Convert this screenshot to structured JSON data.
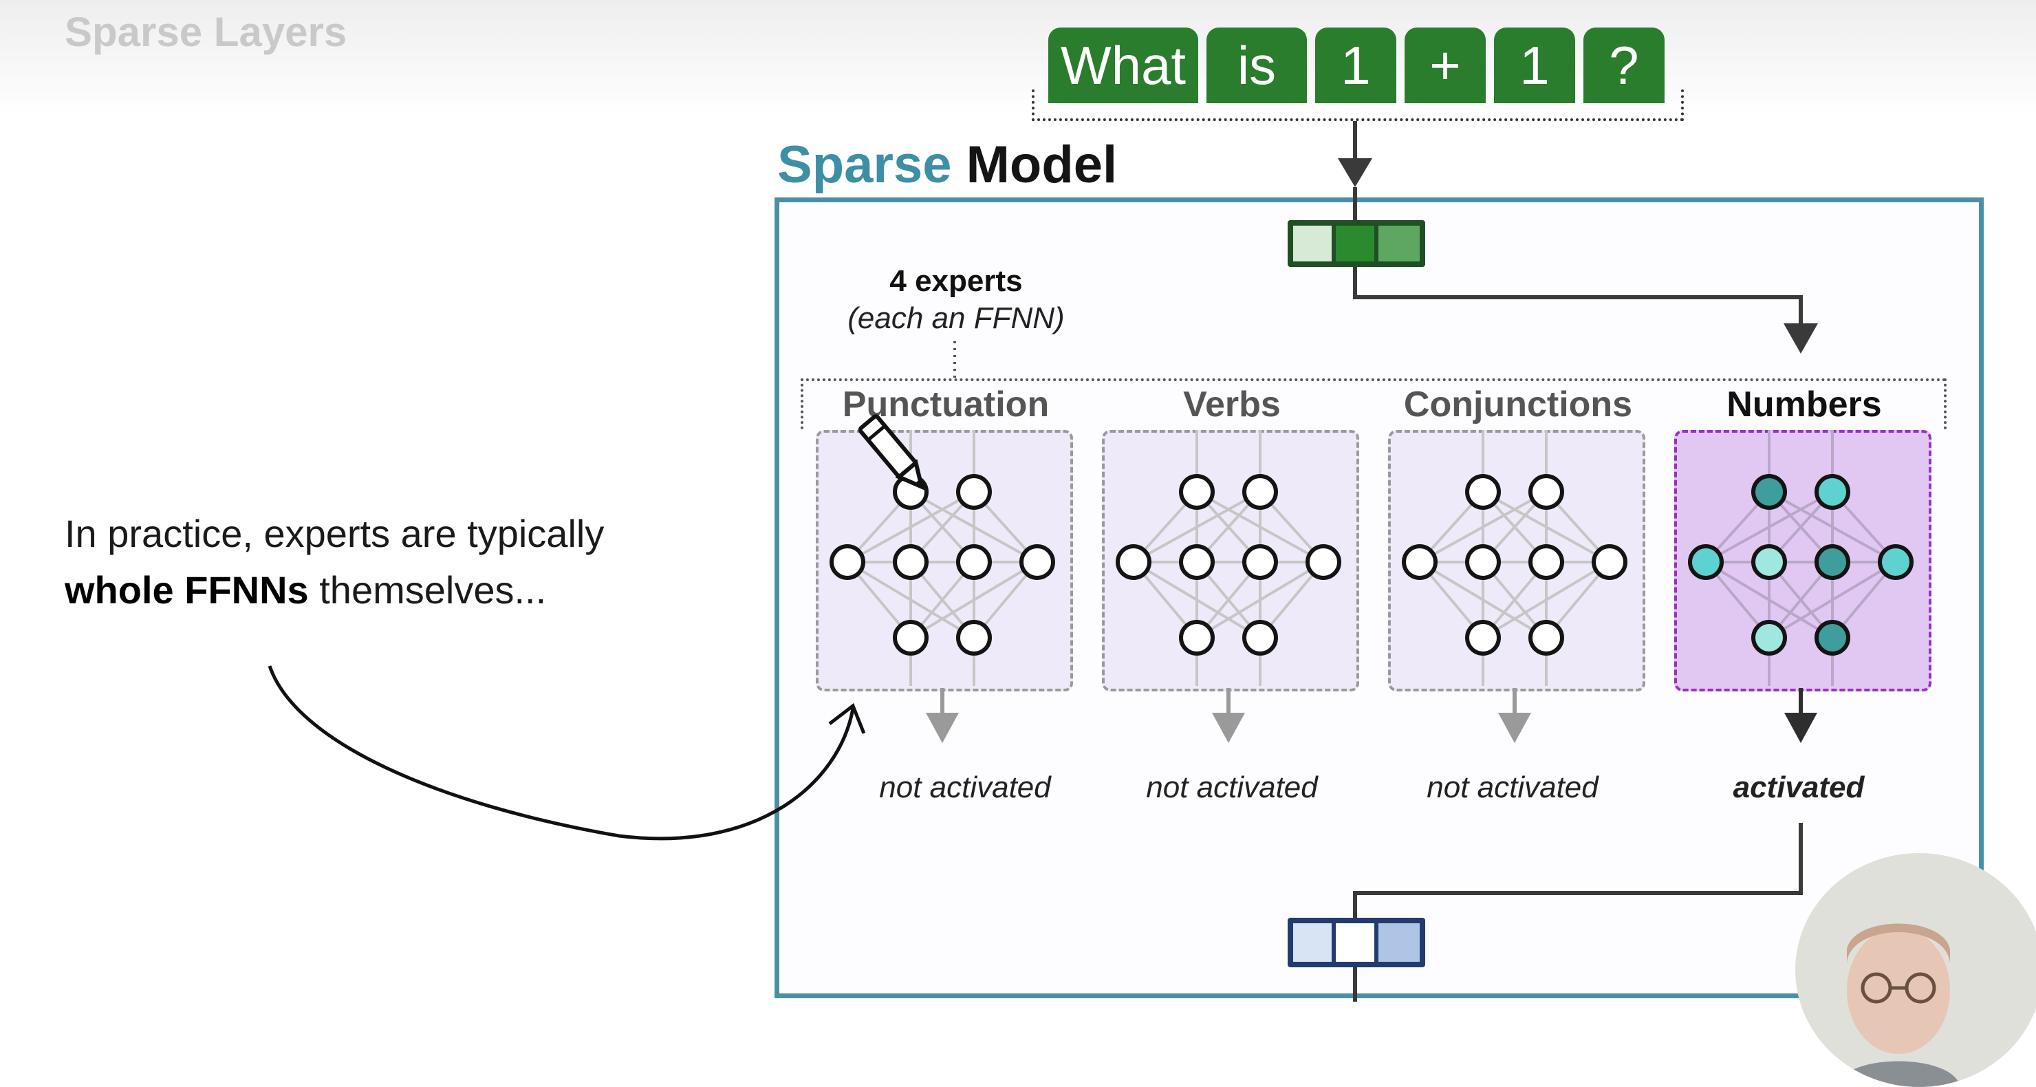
{
  "header": {
    "title": "Sparse Layers"
  },
  "tokens": [
    "What",
    "is",
    "1",
    "+",
    "1",
    "?"
  ],
  "model": {
    "title_accent": "Sparse",
    "title_main": "Model"
  },
  "experts": {
    "count_label": "4 experts",
    "description": "(each an FFNN)",
    "items": [
      {
        "label": "Punctuation",
        "status": "not activated"
      },
      {
        "label": "Verbs",
        "status": "not activated"
      },
      {
        "label": "Conjunctions",
        "status": "not activated"
      },
      {
        "label": "Numbers",
        "status": "activated"
      }
    ]
  },
  "caption": {
    "line1": "In practice, experts are typically",
    "bold": "whole FFNNs",
    "rest": " themselves..."
  },
  "colors": {
    "token": "#2b7d2e",
    "accent": "#3d8fa5",
    "active_border": "#9b30c0",
    "active_fill": "#e0c8f2",
    "inactive_fill": "#efeafa",
    "neuron_dark": "#3f9d9d",
    "neuron_light": "#8ee0da"
  },
  "icons": [
    "pencil-icon",
    "arrow-down-icon",
    "curved-arrow-icon"
  ]
}
